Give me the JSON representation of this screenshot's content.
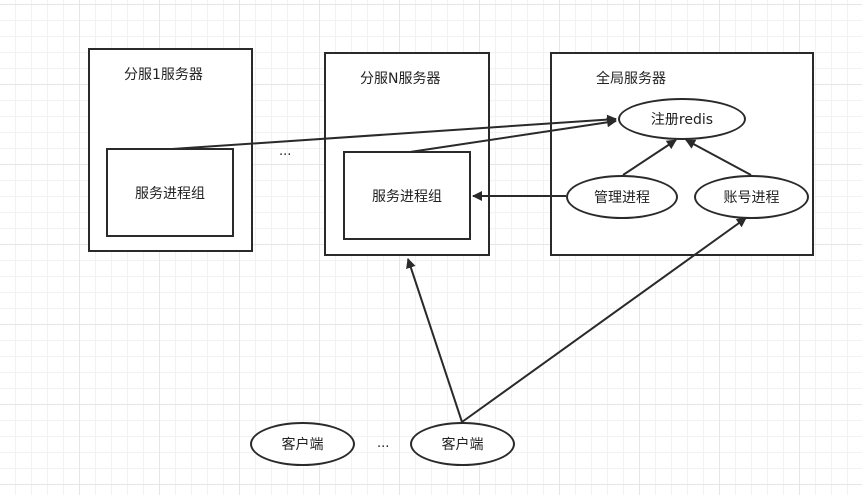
{
  "nodes": {
    "group1_title": "分服1服务器",
    "groupN_title": "分服N服务器",
    "global_title": "全局服务器",
    "proc_group_1": "服务进程组",
    "proc_group_N": "服务进程组",
    "register_redis": "注册redis",
    "manager_process": "管理进程",
    "account_process": "账号进程",
    "client_1": "客户端",
    "client_2": "客户端"
  },
  "ellipsis": {
    "between_servers": "...",
    "between_clients": "..."
  },
  "colors": {
    "stroke": "#2a2a2a",
    "background": "#ffffff",
    "grid": "#e6e6e6"
  }
}
